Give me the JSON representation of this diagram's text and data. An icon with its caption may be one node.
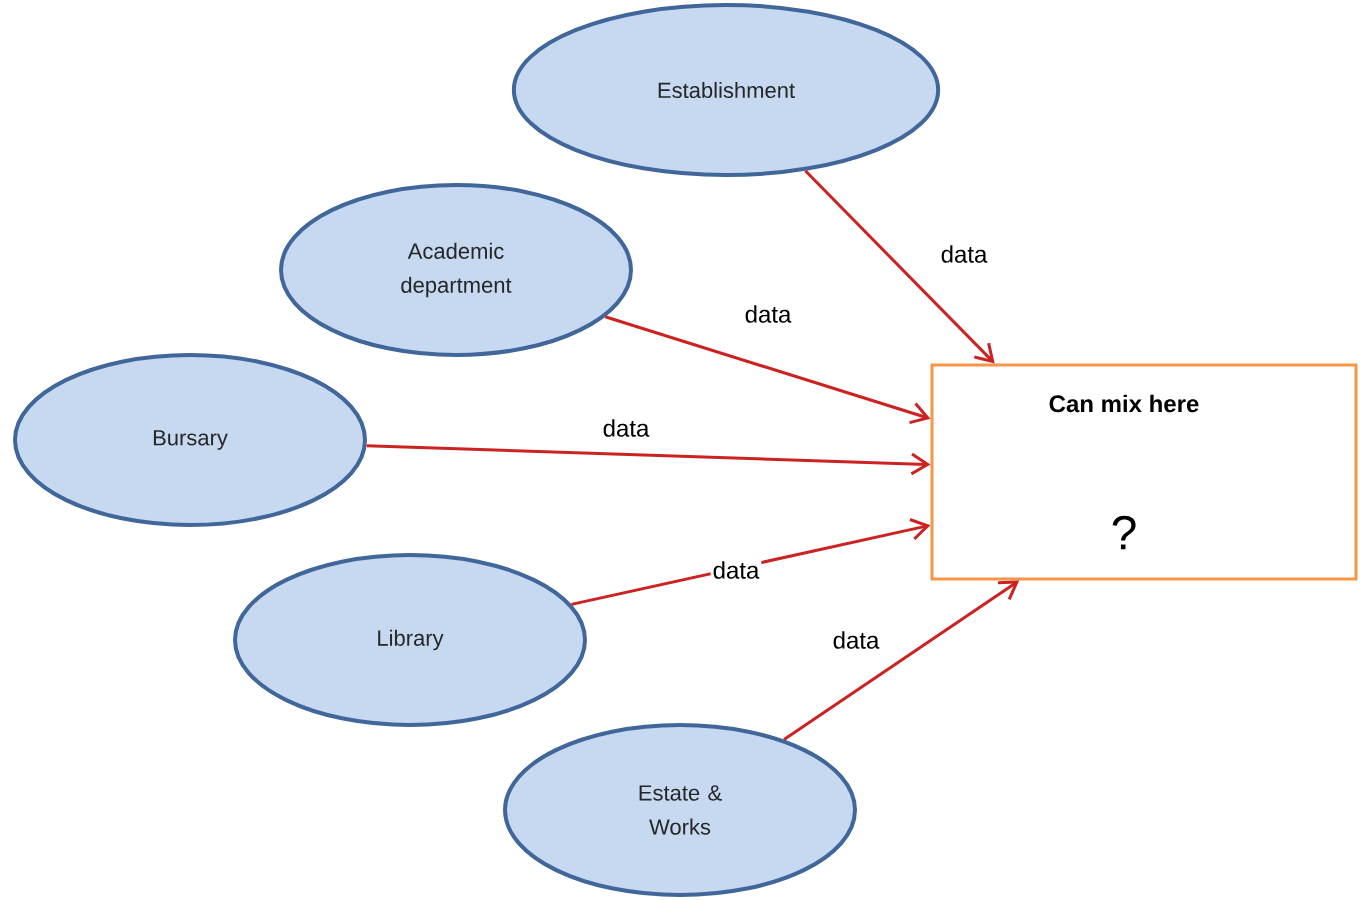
{
  "diagram": {
    "nodes": [
      {
        "text": [
          "Establishment"
        ]
      },
      {
        "text": [
          "Academic department"
        ]
      },
      {
        "text": [
          "Bursary"
        ]
      },
      {
        "text": [
          "Library"
        ]
      },
      {
        "text": [
          "Estate & Works"
        ]
      },
      {
        "text": [
          "Can mix here",
          "?"
        ]
      }
    ],
    "edges": [
      {
        "from": 0,
        "to": 5,
        "arrow": "to",
        "label": "data"
      },
      {
        "from": 1,
        "to": 5,
        "arrow": "to",
        "label": "data"
      },
      {
        "from": 2,
        "to": 5,
        "arrow": "to",
        "label": "data"
      },
      {
        "from": 3,
        "to": 5,
        "arrow": "to",
        "label": "data"
      },
      {
        "from": 4,
        "to": 5,
        "arrow": "to",
        "label": "data"
      }
    ]
  }
}
